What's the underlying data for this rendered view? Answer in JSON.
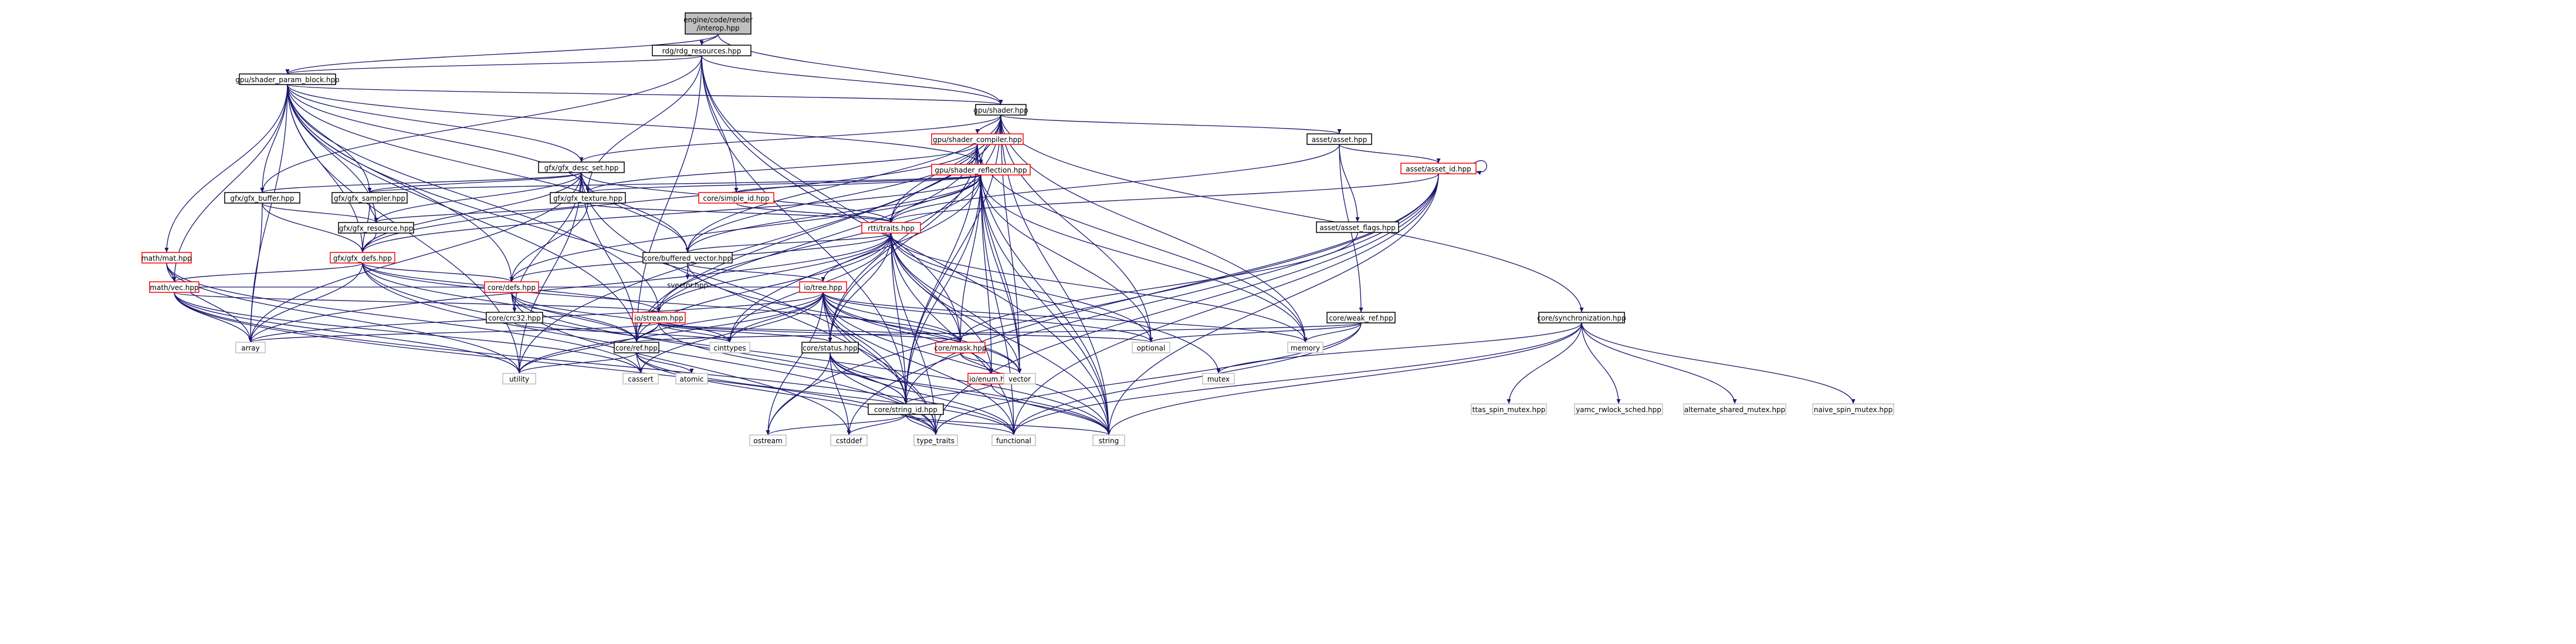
{
  "diagram": {
    "type": "include-dependency-graph",
    "nodes": [
      {
        "id": "root",
        "label": "engine/code/render/interop.hpp",
        "border": "root"
      },
      {
        "id": "rdg",
        "label": "rdg/rdg_resources.hpp",
        "border": "black"
      },
      {
        "id": "spb",
        "label": "gpu/shader_param_block.hpp",
        "border": "black"
      },
      {
        "id": "shader",
        "label": "gpu/shader.hpp",
        "border": "black"
      },
      {
        "id": "compiler",
        "label": "gpu/shader_compiler.hpp",
        "border": "red"
      },
      {
        "id": "reflection",
        "label": "gpu/shader_reflection.hpp",
        "border": "red"
      },
      {
        "id": "descset",
        "label": "gfx/gfx_desc_set.hpp",
        "border": "black"
      },
      {
        "id": "buffer",
        "label": "gfx/gfx_buffer.hpp",
        "border": "black"
      },
      {
        "id": "sampler",
        "label": "gfx/gfx_sampler.hpp",
        "border": "black"
      },
      {
        "id": "texture",
        "label": "gfx/gfx_texture.hpp",
        "border": "black"
      },
      {
        "id": "resource",
        "label": "gfx/gfx_resource.hpp",
        "border": "black"
      },
      {
        "id": "defs",
        "label": "gfx/gfx_defs.hpp",
        "border": "red"
      },
      {
        "id": "simpleid",
        "label": "core/simple_id.hpp",
        "border": "red"
      },
      {
        "id": "traits",
        "label": "rtti/traits.hpp",
        "border": "red"
      },
      {
        "id": "buffvec",
        "label": "core/buffered_vector.hpp",
        "border": "black"
      },
      {
        "id": "svector",
        "label": "svector.hpp",
        "border": "none"
      },
      {
        "id": "mat",
        "label": "math/mat.hpp",
        "border": "red"
      },
      {
        "id": "vec",
        "label": "math/vec.hpp",
        "border": "red"
      },
      {
        "id": "coredefs",
        "label": "core/defs.hpp",
        "border": "red"
      },
      {
        "id": "crc32",
        "label": "core/crc32.hpp",
        "border": "black"
      },
      {
        "id": "iostream",
        "label": "io/stream.hpp",
        "border": "red"
      },
      {
        "id": "iotree",
        "label": "io/tree.hpp",
        "border": "red"
      },
      {
        "id": "asset",
        "label": "asset/asset.hpp",
        "border": "black"
      },
      {
        "id": "assetid",
        "label": "asset/asset_id.hpp",
        "border": "red"
      },
      {
        "id": "assetflags",
        "label": "asset/asset_flags.hpp",
        "border": "black"
      },
      {
        "id": "weakref",
        "label": "core/weak_ref.hpp",
        "border": "black"
      },
      {
        "id": "sync",
        "label": "core/synchronization.hpp",
        "border": "black"
      },
      {
        "id": "ref",
        "label": "core/ref.hpp",
        "border": "black"
      },
      {
        "id": "status",
        "label": "core/status.hpp",
        "border": "black"
      },
      {
        "id": "mask",
        "label": "core/mask.hpp",
        "border": "red"
      },
      {
        "id": "ioenum",
        "label": "io/enum.hpp",
        "border": "red"
      },
      {
        "id": "stringid",
        "label": "core/string_id.hpp",
        "border": "black"
      },
      {
        "id": "array",
        "label": "array",
        "border": "grey"
      },
      {
        "id": "cstdint",
        "label": "cinttypes",
        "border": "grey"
      },
      {
        "id": "optional",
        "label": "optional",
        "border": "grey"
      },
      {
        "id": "memory",
        "label": "memory",
        "border": "grey"
      },
      {
        "id": "mutex",
        "label": "mutex",
        "border": "grey"
      },
      {
        "id": "vector",
        "label": "vector",
        "border": "grey"
      },
      {
        "id": "utility",
        "label": "utility",
        "border": "grey"
      },
      {
        "id": "cassert",
        "label": "cassert",
        "border": "grey"
      },
      {
        "id": "atomic",
        "label": "atomic",
        "border": "grey"
      },
      {
        "id": "ostream",
        "label": "ostream",
        "border": "grey"
      },
      {
        "id": "cstddef",
        "label": "cstddef",
        "border": "grey"
      },
      {
        "id": "typetraits",
        "label": "type_traits",
        "border": "grey"
      },
      {
        "id": "functional",
        "label": "functional",
        "border": "grey"
      },
      {
        "id": "string",
        "label": "string",
        "border": "grey"
      },
      {
        "id": "ttas",
        "label": "ttas_spin_mutex.hpp",
        "border": "grey"
      },
      {
        "id": "yamc",
        "label": "yamc_rwlock_sched.hpp",
        "border": "grey"
      },
      {
        "id": "alternate",
        "label": "alternate_shared_mutex.hpp",
        "border": "grey"
      },
      {
        "id": "naive",
        "label": "naive_spin_mutex.hpp",
        "border": "grey"
      }
    ],
    "edges": [
      [
        "root",
        "rdg"
      ],
      [
        "root",
        "spb"
      ],
      [
        "root",
        "shader"
      ],
      [
        "rdg",
        "spb"
      ],
      [
        "rdg",
        "shader"
      ],
      [
        "rdg",
        "simpleid"
      ],
      [
        "rdg",
        "texture"
      ],
      [
        "rdg",
        "buffer"
      ],
      [
        "rdg",
        "ref"
      ],
      [
        "rdg",
        "mask"
      ],
      [
        "rdg",
        "stringid"
      ],
      [
        "rdg",
        "string"
      ],
      [
        "spb",
        "shader"
      ],
      [
        "spb",
        "descset"
      ],
      [
        "spb",
        "buffer"
      ],
      [
        "spb",
        "sampler"
      ],
      [
        "spb",
        "texture"
      ],
      [
        "spb",
        "resource"
      ],
      [
        "spb",
        "defs"
      ],
      [
        "spb",
        "reflection"
      ],
      [
        "spb",
        "buffvec"
      ],
      [
        "spb",
        "mat"
      ],
      [
        "spb",
        "vec"
      ],
      [
        "spb",
        "coredefs"
      ],
      [
        "spb",
        "ref"
      ],
      [
        "spb",
        "iostream"
      ],
      [
        "spb",
        "stringid"
      ],
      [
        "spb",
        "array"
      ],
      [
        "spb",
        "utility"
      ],
      [
        "shader",
        "compiler"
      ],
      [
        "shader",
        "reflection"
      ],
      [
        "shader",
        "descset"
      ],
      [
        "shader",
        "asset"
      ],
      [
        "shader",
        "traits"
      ],
      [
        "shader",
        "buffvec"
      ],
      [
        "shader",
        "ref"
      ],
      [
        "shader",
        "status"
      ],
      [
        "shader",
        "sync"
      ],
      [
        "shader",
        "optional"
      ],
      [
        "shader",
        "memory"
      ],
      [
        "shader",
        "string"
      ],
      [
        "shader",
        "utility"
      ],
      [
        "shader",
        "stringid"
      ],
      [
        "shader",
        "vector"
      ],
      [
        "compiler",
        "reflection"
      ],
      [
        "compiler",
        "traits"
      ],
      [
        "compiler",
        "buffvec"
      ],
      [
        "compiler",
        "status"
      ],
      [
        "compiler",
        "stringid"
      ],
      [
        "compiler",
        "defs"
      ],
      [
        "compiler",
        "texture"
      ],
      [
        "compiler",
        "memory"
      ],
      [
        "compiler",
        "string"
      ],
      [
        "compiler",
        "ref"
      ],
      [
        "compiler",
        "vector"
      ],
      [
        "reflection",
        "traits"
      ],
      [
        "reflection",
        "simpleid"
      ],
      [
        "reflection",
        "texture"
      ],
      [
        "reflection",
        "sampler"
      ],
      [
        "reflection",
        "defs"
      ],
      [
        "reflection",
        "coredefs"
      ],
      [
        "reflection",
        "buffvec"
      ],
      [
        "reflection",
        "mask"
      ],
      [
        "reflection",
        "ioenum"
      ],
      [
        "reflection",
        "stringid"
      ],
      [
        "reflection",
        "optional"
      ],
      [
        "reflection",
        "functional"
      ],
      [
        "reflection",
        "string"
      ],
      [
        "reflection",
        "vector"
      ],
      [
        "reflection",
        "memory"
      ],
      [
        "reflection",
        "cstdint"
      ],
      [
        "reflection",
        "iostream"
      ],
      [
        "descset",
        "sampler"
      ],
      [
        "descset",
        "texture"
      ],
      [
        "descset",
        "buffer"
      ],
      [
        "descset",
        "resource"
      ],
      [
        "descset",
        "defs"
      ],
      [
        "descset",
        "traits"
      ],
      [
        "descset",
        "buffvec"
      ],
      [
        "descset",
        "crc32"
      ],
      [
        "descset",
        "ref"
      ],
      [
        "descset",
        "array"
      ],
      [
        "descset",
        "typetraits"
      ],
      [
        "descset",
        "utility"
      ],
      [
        "buffer",
        "resource"
      ],
      [
        "buffer",
        "defs"
      ],
      [
        "buffer",
        "array"
      ],
      [
        "sampler",
        "resource"
      ],
      [
        "sampler",
        "defs"
      ],
      [
        "texture",
        "resource"
      ],
      [
        "texture",
        "coredefs"
      ],
      [
        "texture",
        "traits"
      ],
      [
        "resource",
        "defs"
      ],
      [
        "defs",
        "vec"
      ],
      [
        "defs",
        "coredefs"
      ],
      [
        "defs",
        "mask"
      ],
      [
        "defs",
        "array"
      ],
      [
        "defs",
        "ref"
      ],
      [
        "defs",
        "iostream"
      ],
      [
        "defs",
        "string"
      ],
      [
        "defs",
        "typetraits"
      ],
      [
        "simpleid",
        "traits"
      ],
      [
        "traits",
        "buffvec"
      ],
      [
        "traits",
        "iotree"
      ],
      [
        "traits",
        "iostream"
      ],
      [
        "traits",
        "ioenum"
      ],
      [
        "traits",
        "mask"
      ],
      [
        "traits",
        "stringid"
      ],
      [
        "traits",
        "ref"
      ],
      [
        "traits",
        "status"
      ],
      [
        "traits",
        "coredefs"
      ],
      [
        "traits",
        "optional"
      ],
      [
        "traits",
        "mutex"
      ],
      [
        "traits",
        "string"
      ],
      [
        "traits",
        "typetraits"
      ],
      [
        "traits",
        "vector"
      ],
      [
        "traits",
        "functional"
      ],
      [
        "traits",
        "cstdint"
      ],
      [
        "traits",
        "memory"
      ],
      [
        "traits",
        "array"
      ],
      [
        "buffvec",
        "svector"
      ],
      [
        "buffvec",
        "iotree"
      ],
      [
        "buffvec",
        "vector"
      ],
      [
        "mat",
        "vec"
      ],
      [
        "mat",
        "array"
      ],
      [
        "mat",
        "cassert"
      ],
      [
        "mat",
        "utility"
      ],
      [
        "vec",
        "coredefs"
      ],
      [
        "vec",
        "iostream"
      ],
      [
        "vec",
        "array"
      ],
      [
        "vec",
        "cassert"
      ],
      [
        "vec",
        "functional"
      ],
      [
        "vec",
        "typetraits"
      ],
      [
        "vec",
        "utility"
      ],
      [
        "coredefs",
        "crc32"
      ],
      [
        "coredefs",
        "ref"
      ],
      [
        "coredefs",
        "cstdint"
      ],
      [
        "coredefs",
        "cstddef"
      ],
      [
        "coredefs",
        "stringid"
      ],
      [
        "coredefs",
        "iotree"
      ],
      [
        "crc32",
        "cstdint"
      ],
      [
        "iostream",
        "ref"
      ],
      [
        "iostream",
        "status"
      ],
      [
        "iostream",
        "mask"
      ],
      [
        "iostream",
        "array"
      ],
      [
        "iostream",
        "cstdint"
      ],
      [
        "iostream",
        "optional"
      ],
      [
        "iostream",
        "utility"
      ],
      [
        "iostream",
        "string"
      ],
      [
        "iotree",
        "ref"
      ],
      [
        "iotree",
        "status"
      ],
      [
        "iotree",
        "mask"
      ],
      [
        "iotree",
        "ioenum"
      ],
      [
        "iotree",
        "stringid"
      ],
      [
        "iotree",
        "cstdint"
      ],
      [
        "iotree",
        "memory"
      ],
      [
        "iotree",
        "optional"
      ],
      [
        "iotree",
        "vector"
      ],
      [
        "iotree",
        "array"
      ],
      [
        "iotree",
        "utility"
      ],
      [
        "iotree",
        "ostream"
      ],
      [
        "iotree",
        "cassert"
      ],
      [
        "iotree",
        "functional"
      ],
      [
        "iotree",
        "typetraits"
      ],
      [
        "iotree",
        "string"
      ],
      [
        "asset",
        "assetid"
      ],
      [
        "asset",
        "assetflags"
      ],
      [
        "asset",
        "weakref"
      ],
      [
        "asset",
        "traits"
      ],
      [
        "assetid",
        "assetid"
      ],
      [
        "assetid",
        "traits"
      ],
      [
        "assetid",
        "stringid"
      ],
      [
        "assetid",
        "functional"
      ],
      [
        "assetid",
        "string"
      ],
      [
        "assetid",
        "typetraits"
      ],
      [
        "assetid",
        "cstddef"
      ],
      [
        "assetid",
        "ostream"
      ],
      [
        "assetflags",
        "mask"
      ],
      [
        "weakref",
        "ref"
      ],
      [
        "weakref",
        "memory"
      ],
      [
        "weakref",
        "optional"
      ],
      [
        "weakref",
        "functional"
      ],
      [
        "weakref",
        "typetraits"
      ],
      [
        "sync",
        "ttas"
      ],
      [
        "sync",
        "yamc"
      ],
      [
        "sync",
        "alternate"
      ],
      [
        "sync",
        "naive"
      ],
      [
        "sync",
        "mutex"
      ],
      [
        "sync",
        "string"
      ],
      [
        "sync",
        "functional"
      ],
      [
        "ref",
        "utility"
      ],
      [
        "ref",
        "cassert"
      ],
      [
        "ref",
        "atomic"
      ],
      [
        "ref",
        "typetraits"
      ],
      [
        "ref",
        "functional"
      ],
      [
        "status",
        "stringid"
      ],
      [
        "status",
        "string"
      ],
      [
        "status",
        "ostream"
      ],
      [
        "status",
        "cstddef"
      ],
      [
        "status",
        "functional"
      ],
      [
        "status",
        "typetraits"
      ],
      [
        "mask",
        "ioenum"
      ],
      [
        "mask",
        "vector"
      ],
      [
        "ioenum",
        "stringid"
      ],
      [
        "ioenum",
        "string"
      ],
      [
        "stringid",
        "ostream"
      ],
      [
        "stringid",
        "cstddef"
      ],
      [
        "stringid",
        "typetraits"
      ],
      [
        "stringid",
        "functional"
      ],
      [
        "stringid",
        "string"
      ]
    ]
  }
}
